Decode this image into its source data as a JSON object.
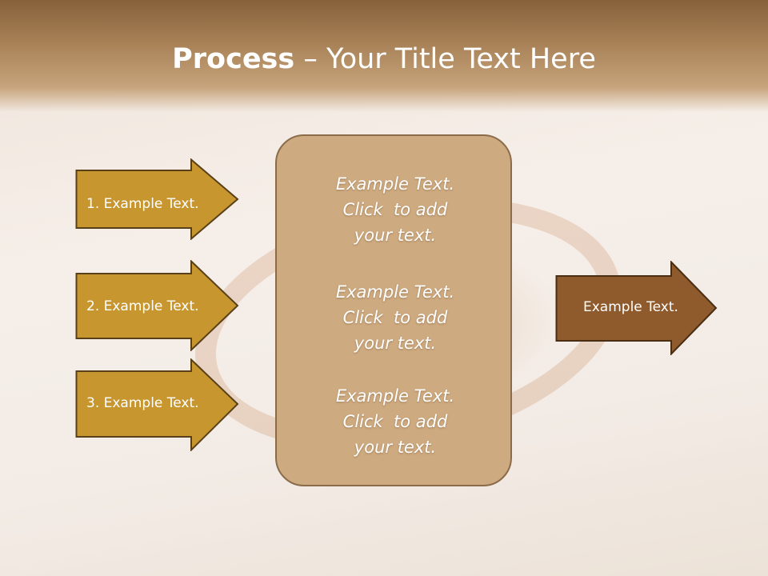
{
  "slide": {
    "title_bold": "Process",
    "title_rest": " – Your Title Text Here"
  },
  "inputs": [
    {
      "label": "1. Example Text."
    },
    {
      "label": "2. Example Text."
    },
    {
      "label": "3. Example Text."
    }
  ],
  "center_box": {
    "paragraphs": [
      {
        "line1": "Example Text.",
        "line2": "Click  to add",
        "line3": "your text."
      },
      {
        "line1": "Example Text.",
        "line2": "Click  to add",
        "line3": "your text."
      },
      {
        "line1": "Example Text.",
        "line2": "Click  to add",
        "line3": "your text."
      }
    ]
  },
  "output": {
    "label": "Example Text."
  },
  "colors": {
    "input_arrow_fill": "#c8962e",
    "output_arrow_fill": "#8f5a2c",
    "arrow_outline": "#5a4018",
    "center_box_fill": "#ceaa80",
    "header": "#8c663e"
  }
}
